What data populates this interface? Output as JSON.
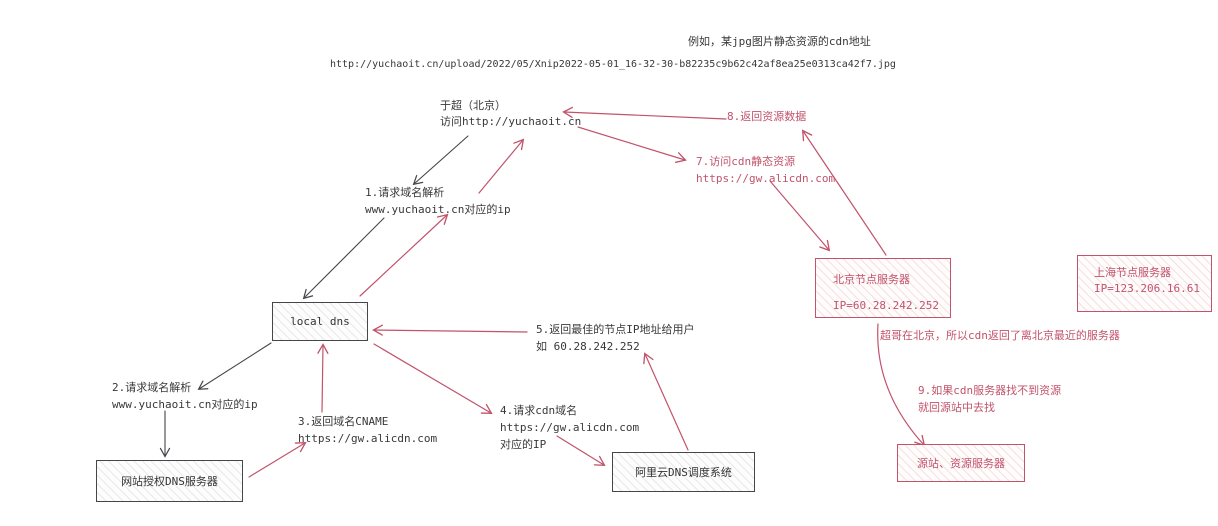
{
  "title": {
    "line1": "例如，某jpg图片静态资源的cdn地址",
    "line2": "http://yuchaoit.cn/upload/2022/05/Xnip2022-05-01_16-32-30-b82235c9b62c42af8ea25e0313ca42f7.jpg"
  },
  "colors": {
    "ink": "#45454a",
    "accent_pink": "#c1536b",
    "background": "#ffffff"
  },
  "nodes": {
    "user": {
      "line1": "于超（北京）",
      "line2": "访问http://yuchaoit.cn"
    },
    "local_dns": {
      "label": "local dns"
    },
    "auth_dns": {
      "label": "网站授权DNS服务器"
    },
    "aliyun_dns": {
      "label": "阿里云DNS调度系统"
    },
    "beijing_node": {
      "line1": "北京节点服务器",
      "line2": "IP=60.28.242.252"
    },
    "shanghai_node": {
      "line1": "上海节点服务器",
      "line2": "IP=123.206.16.61"
    },
    "origin_server": {
      "label": "源站、资源服务器"
    }
  },
  "steps": {
    "s1": {
      "line1": "1.请求域名解析",
      "line2": "www.yuchaoit.cn对应的ip"
    },
    "s2": {
      "line1": "2.请求域名解析",
      "line2": "www.yuchaoit.cn对应的ip"
    },
    "s3": {
      "line1": "3.返回域名CNAME",
      "line2": "https://gw.alicdn.com"
    },
    "s4": {
      "line1": "4.请求cdn域名",
      "line2": "https://gw.alicdn.com",
      "line3": "对应的IP"
    },
    "s5": {
      "line1": "5.返回最佳的节点IP地址给用户",
      "line2": "如 60.28.242.252"
    },
    "s7": {
      "line1": "7.访问cdn静态资源",
      "line2": "https://gw.alicdn.com"
    },
    "s8": {
      "line1": "8.返回资源数据"
    },
    "s9": {
      "line1": "9.如果cdn服务器找不到资源",
      "line2": "就回源站中去找"
    }
  },
  "notes": {
    "beijing_note": "超哥在北京，所以cdn返回了离北京最近的服务器"
  }
}
